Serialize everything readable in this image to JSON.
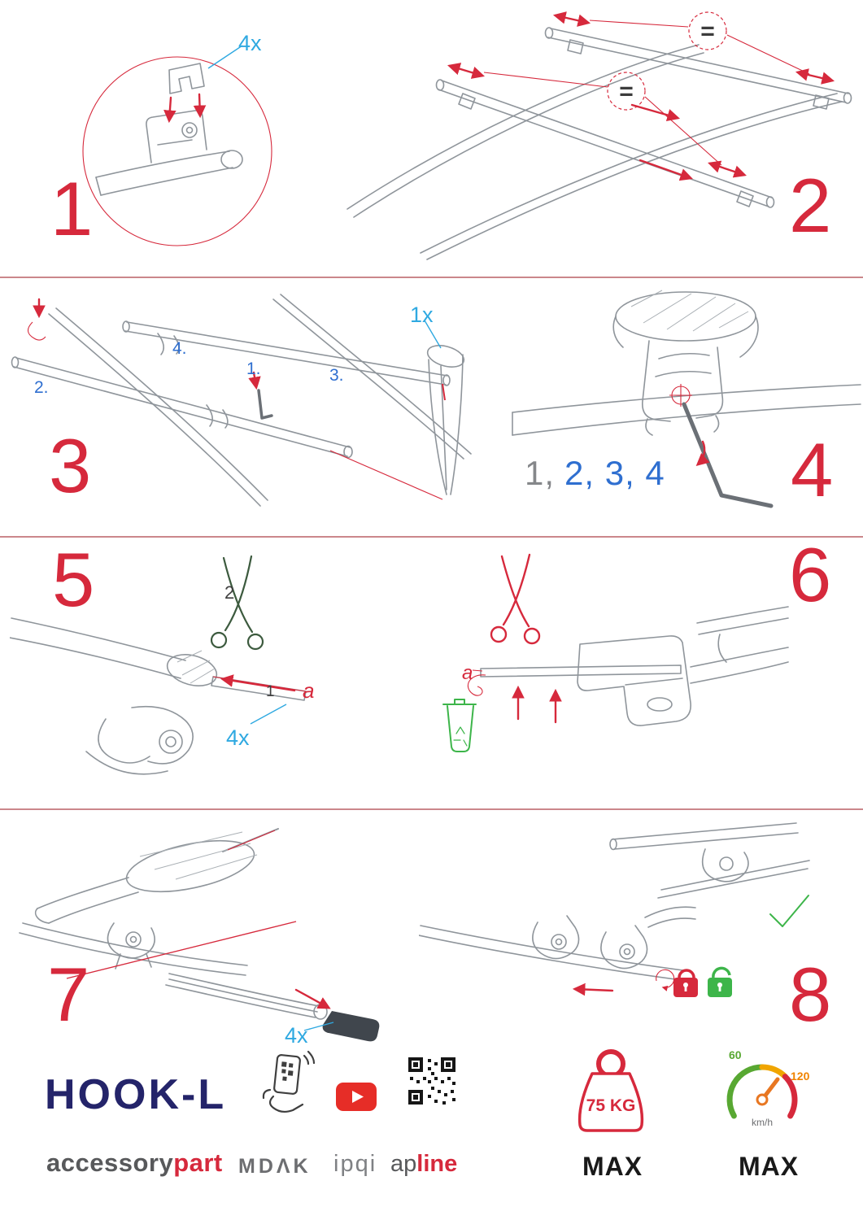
{
  "steps": {
    "s1": {
      "number": "1",
      "qty": "4x"
    },
    "s2": {
      "number": "2",
      "equals": "="
    },
    "s3": {
      "number": "3",
      "qty": "1x",
      "sub1": "1.",
      "sub2": "2.",
      "sub3": "3.",
      "sub4": "4."
    },
    "s4": {
      "number": "4",
      "seq_done": "1,",
      "seq_todo": "2, 3, 4"
    },
    "s5": {
      "number": "5",
      "qty": "4x",
      "label_1": "1",
      "label_2": "2",
      "label_a": "a"
    },
    "s6": {
      "number": "6",
      "label_a": "a"
    },
    "s7": {
      "number": "7",
      "qty": "4x"
    },
    "s8": {
      "number": "8"
    }
  },
  "footer": {
    "product_name": "HOOK-L",
    "brand_prefix": "accessory",
    "brand_suffix": "part",
    "logo_mdak": "MDΛK",
    "logo_ipqi": "ipqi",
    "logo_ap_prefix": "ap",
    "logo_ap_suffix": "line",
    "weight_value": "75 KG",
    "weight_max_label": "MAX",
    "speed_low": "60",
    "speed_high": "120",
    "speed_unit": "km/h",
    "speed_max_label": "MAX"
  },
  "icons": {
    "phone_scan": "phone-scanning-qr-icon",
    "youtube": "youtube-play-icon",
    "qr": "qr-code",
    "weight": "weight-kettlebell-icon",
    "speedometer": "speed-gauge-icon",
    "scissors": "scissors-icon",
    "trash": "recycle-bin-icon",
    "lock_closed": "padlock-closed-icon",
    "lock_open": "padlock-open-icon",
    "check": "checkmark-icon"
  },
  "colors": {
    "step_number_red": "#d6293c",
    "cyan_label": "#2fa9e1",
    "blue_label": "#2f6fd0",
    "green_accent": "#3db54a",
    "brand_navy": "#24246a",
    "brand_gray": "#58595b",
    "youtube_red": "#e62d27"
  }
}
